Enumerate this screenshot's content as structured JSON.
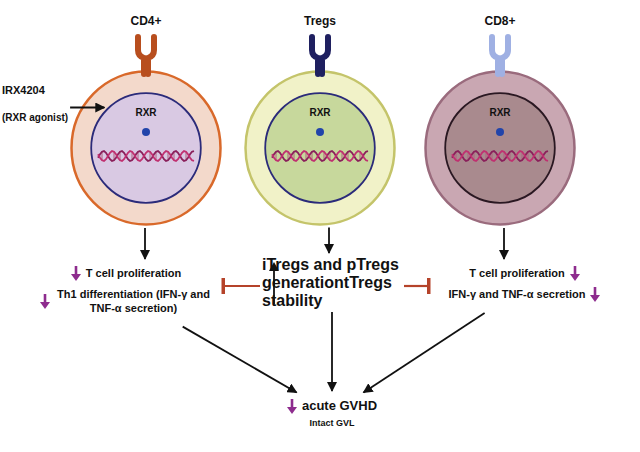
{
  "diagram": {
    "nodes": [
      {
        "text": [
          "CD4+"
        ]
      },
      {
        "text": [
          "RXR"
        ],
        "in": 0
      },
      {
        "text": [
          "Tregs"
        ]
      },
      {
        "text": [
          "RXR"
        ],
        "in": 2
      },
      {
        "text": [
          "CD8+"
        ]
      },
      {
        "text": [
          "RXR"
        ],
        "in": 4
      },
      {
        "text": [
          "IRX4204",
          "(RXR agonist)"
        ]
      },
      {
        "text": [
          "T cell proliferation",
          "Th1 differentiation (IFN-γ and TNF-α secretion)"
        ]
      },
      {
        "text": [
          "iTregs and pTregs generation",
          "tTregs stability"
        ]
      },
      {
        "text": [
          "T cell proliferation",
          "IFN-γ and TNF-α secretion"
        ]
      },
      {
        "text": [
          "acute GVHD",
          "Intact GVL"
        ]
      }
    ],
    "edges": [
      {
        "from": 6,
        "to": 1,
        "arrow": "to"
      },
      {
        "from": 0,
        "to": 7,
        "arrow": "to"
      },
      {
        "from": 2,
        "to": 8,
        "arrow": "to"
      },
      {
        "from": 4,
        "to": 9,
        "arrow": "to"
      },
      {
        "from": 8,
        "to": 7,
        "arrow": "to"
      },
      {
        "from": 8,
        "to": 9,
        "arrow": "to"
      },
      {
        "from": 7,
        "to": 10,
        "arrow": "to"
      },
      {
        "from": 8,
        "to": 10,
        "arrow": "to"
      },
      {
        "from": 9,
        "to": 10,
        "arrow": "to"
      }
    ]
  }
}
